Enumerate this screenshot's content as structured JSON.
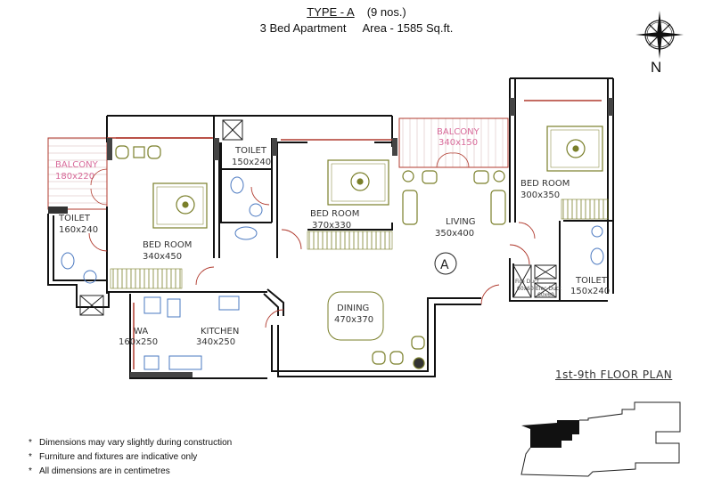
{
  "header": {
    "type_label": "TYPE - A",
    "units_count": "(9 nos.)",
    "apartment_desc": "3 Bed Apartment",
    "area": "Area - 1585 Sq.ft."
  },
  "compass": {
    "north_label": "N"
  },
  "rooms": {
    "balcony_left": {
      "name": "BALCONY",
      "dims": "180x220"
    },
    "toilet_left": {
      "name": "TOILET",
      "dims": "160x240"
    },
    "bedroom_left": {
      "name": "BED ROOM",
      "dims": "340x450"
    },
    "toilet_mid": {
      "name": "TOILET",
      "dims": "150x240"
    },
    "bedroom_mid": {
      "name": "BED ROOM",
      "dims": "370x330"
    },
    "balcony_mid": {
      "name": "BALCONY",
      "dims": "340x150"
    },
    "living": {
      "name": "LIVING",
      "dims": "350x400"
    },
    "bedroom_right": {
      "name": "BED ROOM",
      "dims": "300x350"
    },
    "toilet_right": {
      "name": "TOILET",
      "dims": "150x240"
    },
    "wa": {
      "name": "WA",
      "dims": "160x250"
    },
    "kitchen": {
      "name": "KITCHEN",
      "dims": "340x250"
    },
    "dining": {
      "name": "DINING",
      "dims": "470x370"
    },
    "fire_duct": {
      "name": "Fire Duct",
      "dims": "60x60"
    },
    "elec_duct": {
      "name": "Elec Duct",
      "dims": "60x60"
    }
  },
  "unit_marker": "A",
  "key_plan": {
    "title": "1st-9th FLOOR PLAN"
  },
  "notes": [
    "Dimensions may vary slightly during construction",
    "Furniture and fixtures are indicative only",
    "All dimensions are in centimetres"
  ],
  "note_bullet": "*",
  "colors": {
    "wall": "#111111",
    "door": "#b03a2e",
    "balcony_label": "#d86a9a",
    "furniture": "#7a7f2a",
    "fixtures": "#4a78c0"
  }
}
